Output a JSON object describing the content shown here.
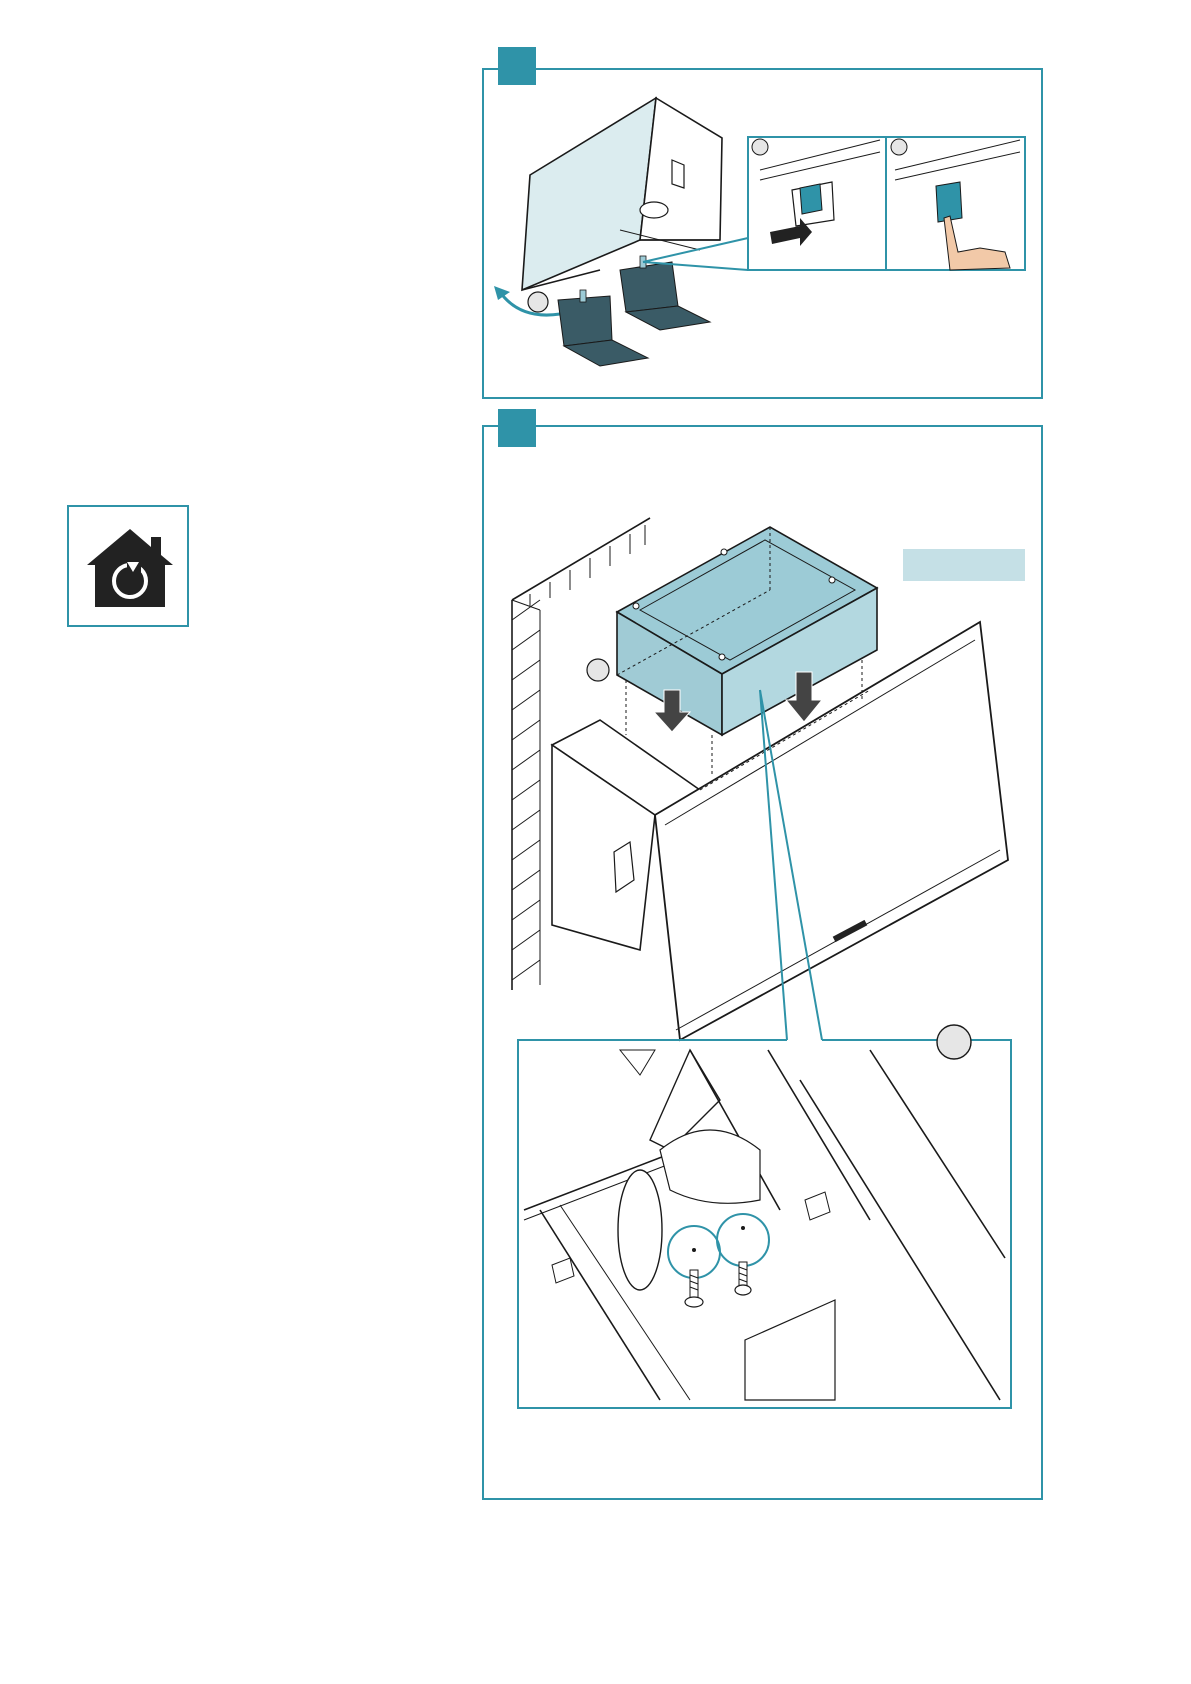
{
  "colors": {
    "accent": "#2f93a8",
    "box_fill": "#9ccbd6",
    "panel_fill": "#dbecef",
    "label_fill": "#c5e0e6",
    "icon_dark": "#222222",
    "callout_circle": "#e6e6e6"
  },
  "home_icon": {
    "icon": "house-with-rotation-arrow-icon"
  },
  "step1": {
    "tab_icon": "step-number-tab",
    "hood_icon": "hood-panel-open-icon",
    "filters_icon": "grease-filters-icon",
    "rotate_arrow_icon": "rotate-arrow-icon",
    "detail_a_icon": "filter-latch-slide-icon",
    "detail_b_icon": "filter-latch-press-finger-icon"
  },
  "step2": {
    "tab_icon": "step-number-tab",
    "box_icon": "recirculation-box-icon",
    "down_arrow_icon": "down-arrow-icon",
    "hood_icon": "hood-body-icon",
    "wall_icon": "hatched-wall-icon",
    "label_placeholder_icon": "blank-label-tag",
    "detail_icon": "screws-detail-icon",
    "screw_icon": "screw-icon"
  }
}
